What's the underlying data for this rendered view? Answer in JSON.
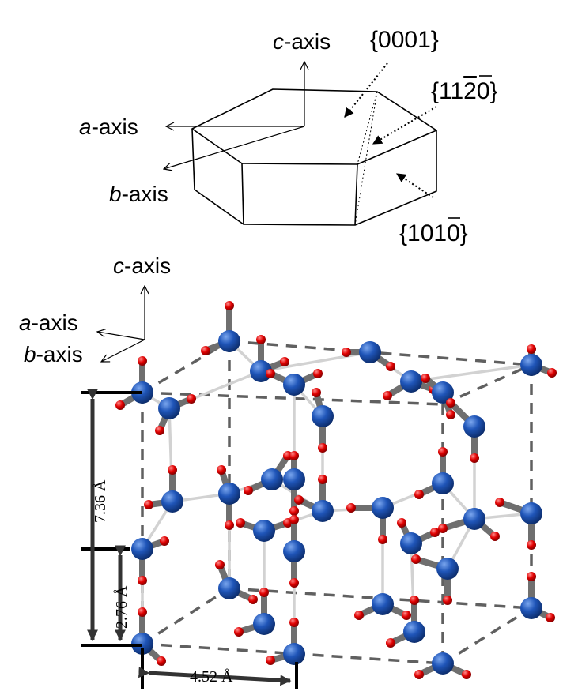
{
  "top_diagram": {
    "axes": {
      "c_italic": "c",
      "c_rest": "-axis",
      "a_italic": "a",
      "a_rest": "-axis",
      "b_italic": "b",
      "b_rest": "-axis"
    },
    "planes": {
      "basal": "{0001}",
      "prism_a_pre": "{11",
      "prism_a_bar": "2",
      "prism_a_post": "0}",
      "prism_b_pre": "{10",
      "prism_b_bar": "1",
      "prism_b_post": "0}"
    }
  },
  "bottom_diagram": {
    "axes": {
      "c_italic": "c",
      "c_rest": "-axis",
      "a_italic": "a",
      "a_rest": "-axis",
      "b_italic": "b",
      "b_rest": "-axis"
    },
    "dimensions": {
      "height": "7.36 Å",
      "bond": "2.76 Å",
      "width": "4.52 Å"
    }
  },
  "colors": {
    "oxygen_atom": "#1f55b8",
    "hydrogen_atom": "#e00000",
    "covalent_bond": "#6f6f6f",
    "hydrogen_bond": "#d2d2d2",
    "cell_edge": "#606060"
  }
}
